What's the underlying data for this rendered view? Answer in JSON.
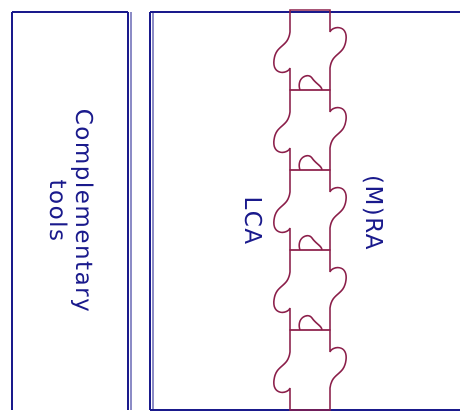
{
  "left_panel": {
    "title_line1": "Complementary",
    "title_line2": "tools"
  },
  "right_panel": {
    "label_lca": "LCA",
    "label_mra": "(M)RA"
  },
  "colors": {
    "frame": "#1a1a8c",
    "puzzle": "#8b1f4a",
    "text": "#1a1a8c"
  }
}
